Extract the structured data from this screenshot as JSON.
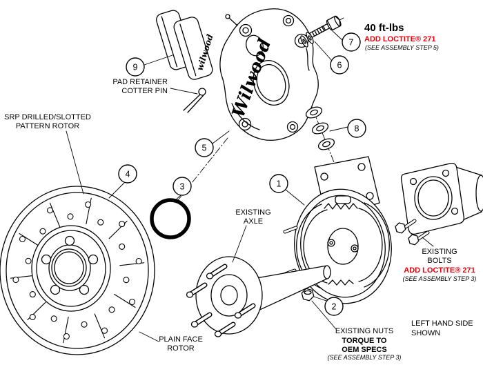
{
  "colors": {
    "ink": "#000000",
    "red": "#e8000d",
    "paper": "#ffffff"
  },
  "callouts": {
    "n1": "1",
    "n2": "2",
    "n3": "3",
    "n4": "4",
    "n5": "5",
    "n6": "6",
    "n7": "7",
    "n8": "8",
    "n9": "9"
  },
  "brand": {
    "caliper": "Wilwood",
    "pad": "wilwood"
  },
  "notes": {
    "torque_caliper": {
      "line1": "40 ft-lbs",
      "line2": "ADD LOCTITE® 271",
      "line3": "(SEE ASSEMBLY STEP 5)"
    },
    "pad_retainer": {
      "line1": "PAD RETAINER",
      "line2": "COTTER PIN"
    },
    "srp_rotor": {
      "line1": "SRP DRILLED/SLOTTED",
      "line2": "PATTERN ROTOR"
    },
    "existing_axle": {
      "line1": "EXISTING",
      "line2": "AXLE"
    },
    "existing_bolts": {
      "line1": "EXISTING",
      "line2": "BOLTS",
      "line3": "ADD LOCTITE® 271",
      "line4": "(SEE ASSEMBLY STEP 3)"
    },
    "existing_nuts": {
      "line1": "EXISTING NUTS",
      "line2": "TORQUE TO",
      "line3": "OEM SPECS",
      "line4": "(SEE ASSEMBLY STEP 3)"
    },
    "left_hand_side": {
      "line1": "LEFT HAND SIDE",
      "line2": "SHOWN"
    },
    "plain_face_rotor": {
      "line1": "PLAIN FACE",
      "line2": "ROTOR"
    }
  }
}
